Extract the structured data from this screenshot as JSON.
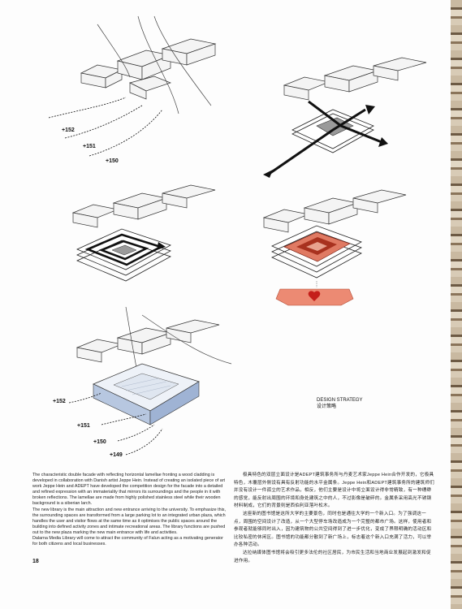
{
  "page": {
    "number": "18"
  },
  "diagrams": {
    "level_labels": [
      "+152",
      "+151",
      "+150",
      "+149"
    ]
  },
  "caption": {
    "en": "DESIGN STRATEGY",
    "zh": "设计策略"
  },
  "body_en": {
    "p1": "The characteristic double facade with reflecting horizontal lamellae fronting a wood cladding is developed in collaboration with Danish artist Jeppe Hein. Instead of creating an isolated piece of art work Jeppe Hein and ADEPT have developed the competition design for the facade into a detailed and refined expression with an immateriality that mirrors its surroundings and the people in it with broken reflections. The lamellae are made from highly polished stainless steel while their wooden background is a siberian larch.",
    "p2": "The new library is the main attraction and new entrance arriving to the university. To emphasize this, the surrounding spaces are transformed from a large parking lot to an integrated urban plaza, which handles the user and visitor flows at the same time as it optimises the public spaces around the building into defined activity zones and intimate recreational areas. The library functions are pushed out to the new plaza marking the new main entrance with life and activities.",
    "p3": "Dalarna Media Library will come to attract the community of Falun acting as a motivating generator for both citizens and local businesses."
  },
  "body_zh": {
    "p1": "极具特色的双层立面设计是ADEPT建筑事务所与丹麦艺术家Jeppe Hein合作开发的，它极具特色，木覆层外侧设有具有反射功能的水平金属条。Jeppe Hein和ADEPT建筑事务所的建筑师们并没有设计一件孤立的艺术作品，相反，他们主要是设计中将立面设计得非常精致，有一种缥缈的感觉，能反射出周围的环境和身处建筑之中的人，不过影像是破碎的。金属条采用高光不锈钢材料制成，它们的背景则是西伯利亚落叶松木。",
    "p2": "这座新的图书馆是这所大学的主要景色，同时也是通往大学的一个新入口。为了强调这一点，周围的空间设计了改造，从一个大型停车场改造成为一个完整的都市广场。这样，使用者和参观者就能够同时出入，因为建筑物的公共空间得到了进一步优化，变成了界限明确的活动区和比较私密的休闲区。图书馆的功能都分散到了新广场上，标志着这个新入口充满了活力，可以举办各种活动。",
    "p3": "达拉纳媒体图书馆将会吸引更多法伦的社区居民，为市民生活和当地商业发展起到激发和促进作用。"
  }
}
